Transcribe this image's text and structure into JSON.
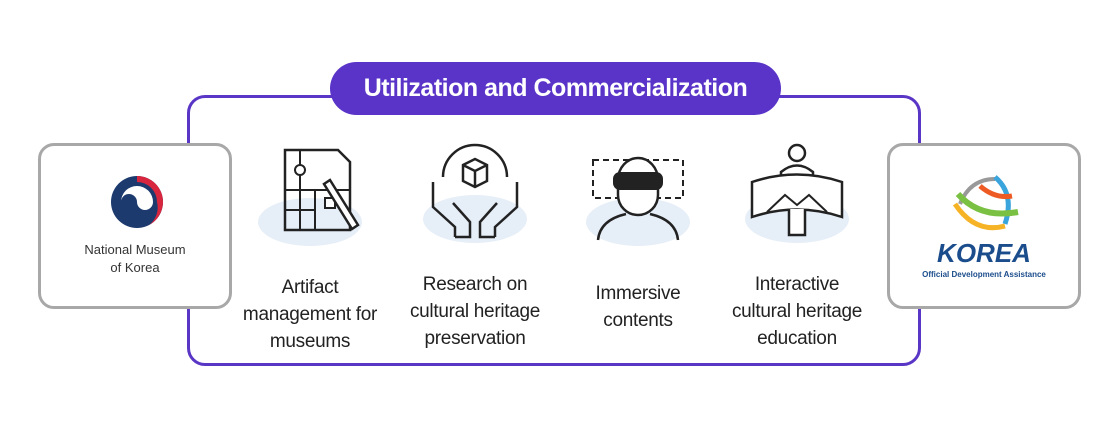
{
  "title": "Utilization and Commercialization",
  "left_logo": {
    "line1": "National Museum",
    "line2": "of Korea"
  },
  "right_logo": {
    "wordmark": "KOREA",
    "subtitle": "Official Development Assistance"
  },
  "items": [
    {
      "icon": "artifact-map-pencil-icon",
      "lines": [
        "Artifact",
        "management for",
        "museums"
      ]
    },
    {
      "icon": "hands-box-icon",
      "lines": [
        "Research on",
        "cultural heritage",
        "preservation"
      ]
    },
    {
      "icon": "vr-headset-icon",
      "lines": [
        "Immersive",
        "contents"
      ]
    },
    {
      "icon": "person-panorama-icon",
      "lines": [
        "Interactive",
        "cultural heritage",
        "education"
      ]
    }
  ],
  "colors": {
    "accent": "#5a34c8",
    "icon_bg": "#e6eef8",
    "card_border": "#a8a8a8"
  }
}
